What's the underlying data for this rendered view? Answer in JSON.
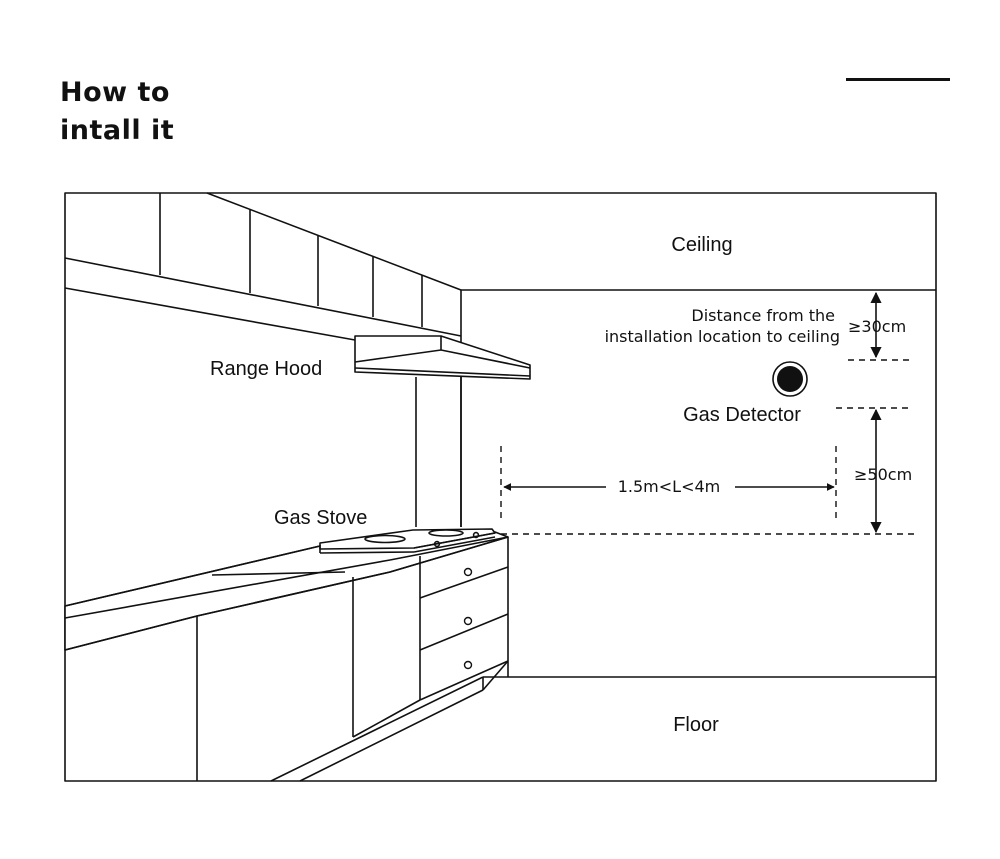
{
  "heading": {
    "line1": "How to",
    "line2": "intall it"
  },
  "labels": {
    "ceiling": "Ceiling",
    "floor": "Floor",
    "range_hood": "Range Hood",
    "gas_stove": "Gas Stove",
    "gas_detector": "Gas Detector",
    "distance_line1": "Distance from the",
    "distance_line2": "installation location to ceiling",
    "ceiling_distance": "≥30cm",
    "stove_height": "≥50cm",
    "horizontal_range": "1.5m<L<4m"
  }
}
